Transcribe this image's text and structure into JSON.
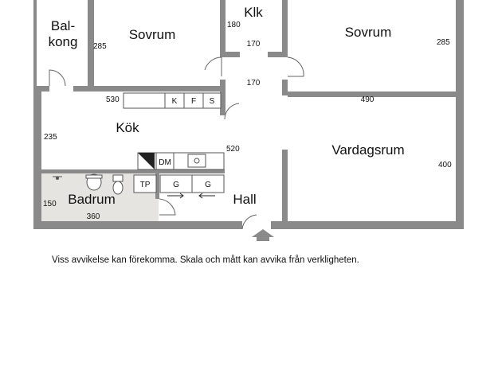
{
  "rooms": {
    "balkong": "Bal-\nkong",
    "balkong_line1": "Bal-",
    "balkong_line2": "kong",
    "sovrum_left": "Sovrum",
    "klk": "Klk",
    "sovrum_right": "Sovrum",
    "kok": "Kök",
    "vardagsrum": "Vardagsrum",
    "badrum": "Badrum",
    "hall": "Hall"
  },
  "dimensions": {
    "balkong_285": "285",
    "klk_180": "180",
    "klk_170": "170",
    "hall_170": "170",
    "sovrum_right_285": "285",
    "kok_530": "530",
    "sovrum_490": "490",
    "kok_235": "235",
    "kok_520": "520",
    "vardagsrum_400": "400",
    "badrum_150": "150",
    "badrum_360": "360"
  },
  "fixtures": {
    "k": "K",
    "f": "F",
    "s": "S",
    "dm": "DM",
    "tp": "TP",
    "g1": "G",
    "g2": "G"
  },
  "colors": {
    "wall": "#8a8a8a",
    "bathroom_floor": "#e6e4e0",
    "entrance_arrow": "#8a8a8a"
  },
  "disclaimer": "Viss avvikelse kan förekomma. Skala och mått kan avvika från verkligheten."
}
